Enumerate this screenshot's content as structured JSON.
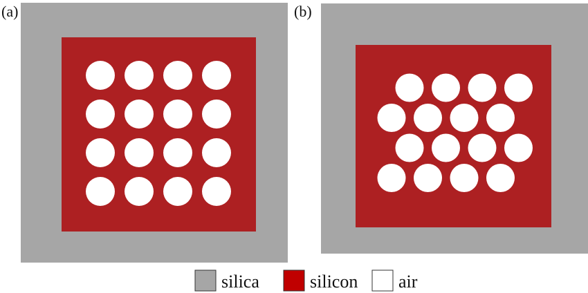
{
  "colors": {
    "silica": "#a6a6a6",
    "silicon": "#ad2022",
    "air": "#ffffff",
    "legend_silicon": "#c00000",
    "legend_border": "#333333"
  },
  "panels": [
    {
      "label": "(a)",
      "lattice": "square",
      "rows": 4,
      "cols": 4,
      "row_offsets": [
        0,
        0,
        0,
        0
      ]
    },
    {
      "label": "(b)",
      "lattice": "staggered",
      "rows": 4,
      "cols": 4,
      "row_offsets": [
        1,
        0,
        1,
        0
      ]
    }
  ],
  "legend": [
    {
      "label": "silica",
      "color": "#a6a6a6"
    },
    {
      "label": "silicon",
      "color": "#c00000"
    },
    {
      "label": "air",
      "color": "#ffffff"
    }
  ]
}
